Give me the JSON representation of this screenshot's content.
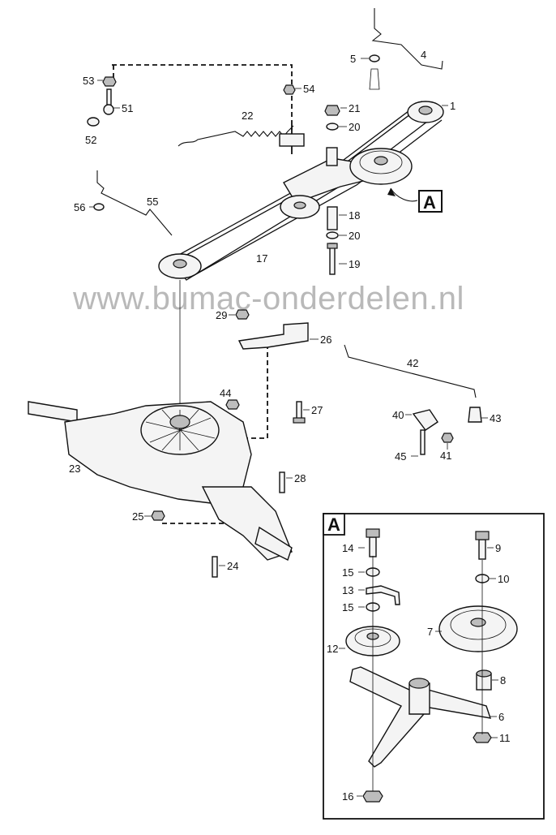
{
  "watermark": "www.bumac-onderdelen.nl",
  "detail_label": "A",
  "main_callouts": [
    "1",
    "4",
    "5",
    "17",
    "18",
    "19",
    "20",
    "20",
    "21",
    "22",
    "23",
    "24",
    "25",
    "26",
    "27",
    "28",
    "29",
    "40",
    "41",
    "42",
    "43",
    "44",
    "45",
    "51",
    "52",
    "53",
    "54",
    "55",
    "56"
  ],
  "detail_callouts": [
    "6",
    "7",
    "8",
    "9",
    "10",
    "11",
    "12",
    "13",
    "14",
    "15",
    "15",
    "16"
  ],
  "labels": {
    "p1": "1",
    "p4": "4",
    "p5": "5",
    "p17": "17",
    "p18": "18",
    "p19": "19",
    "p20a": "20",
    "p20b": "20",
    "p21": "21",
    "p22": "22",
    "p23": "23",
    "p24": "24",
    "p25": "25",
    "p26": "26",
    "p27": "27",
    "p28": "28",
    "p29": "29",
    "p40": "40",
    "p41": "41",
    "p42": "42",
    "p43": "43",
    "p44": "44",
    "p45": "45",
    "p51": "51",
    "p52": "52",
    "p53": "53",
    "p54": "54",
    "p55": "55",
    "p56": "56",
    "d6": "6",
    "d7": "7",
    "d8": "8",
    "d9": "9",
    "d10": "10",
    "d11": "11",
    "d12": "12",
    "d13": "13",
    "d14": "14",
    "d15a": "15",
    "d15b": "15",
    "d16": "16"
  }
}
